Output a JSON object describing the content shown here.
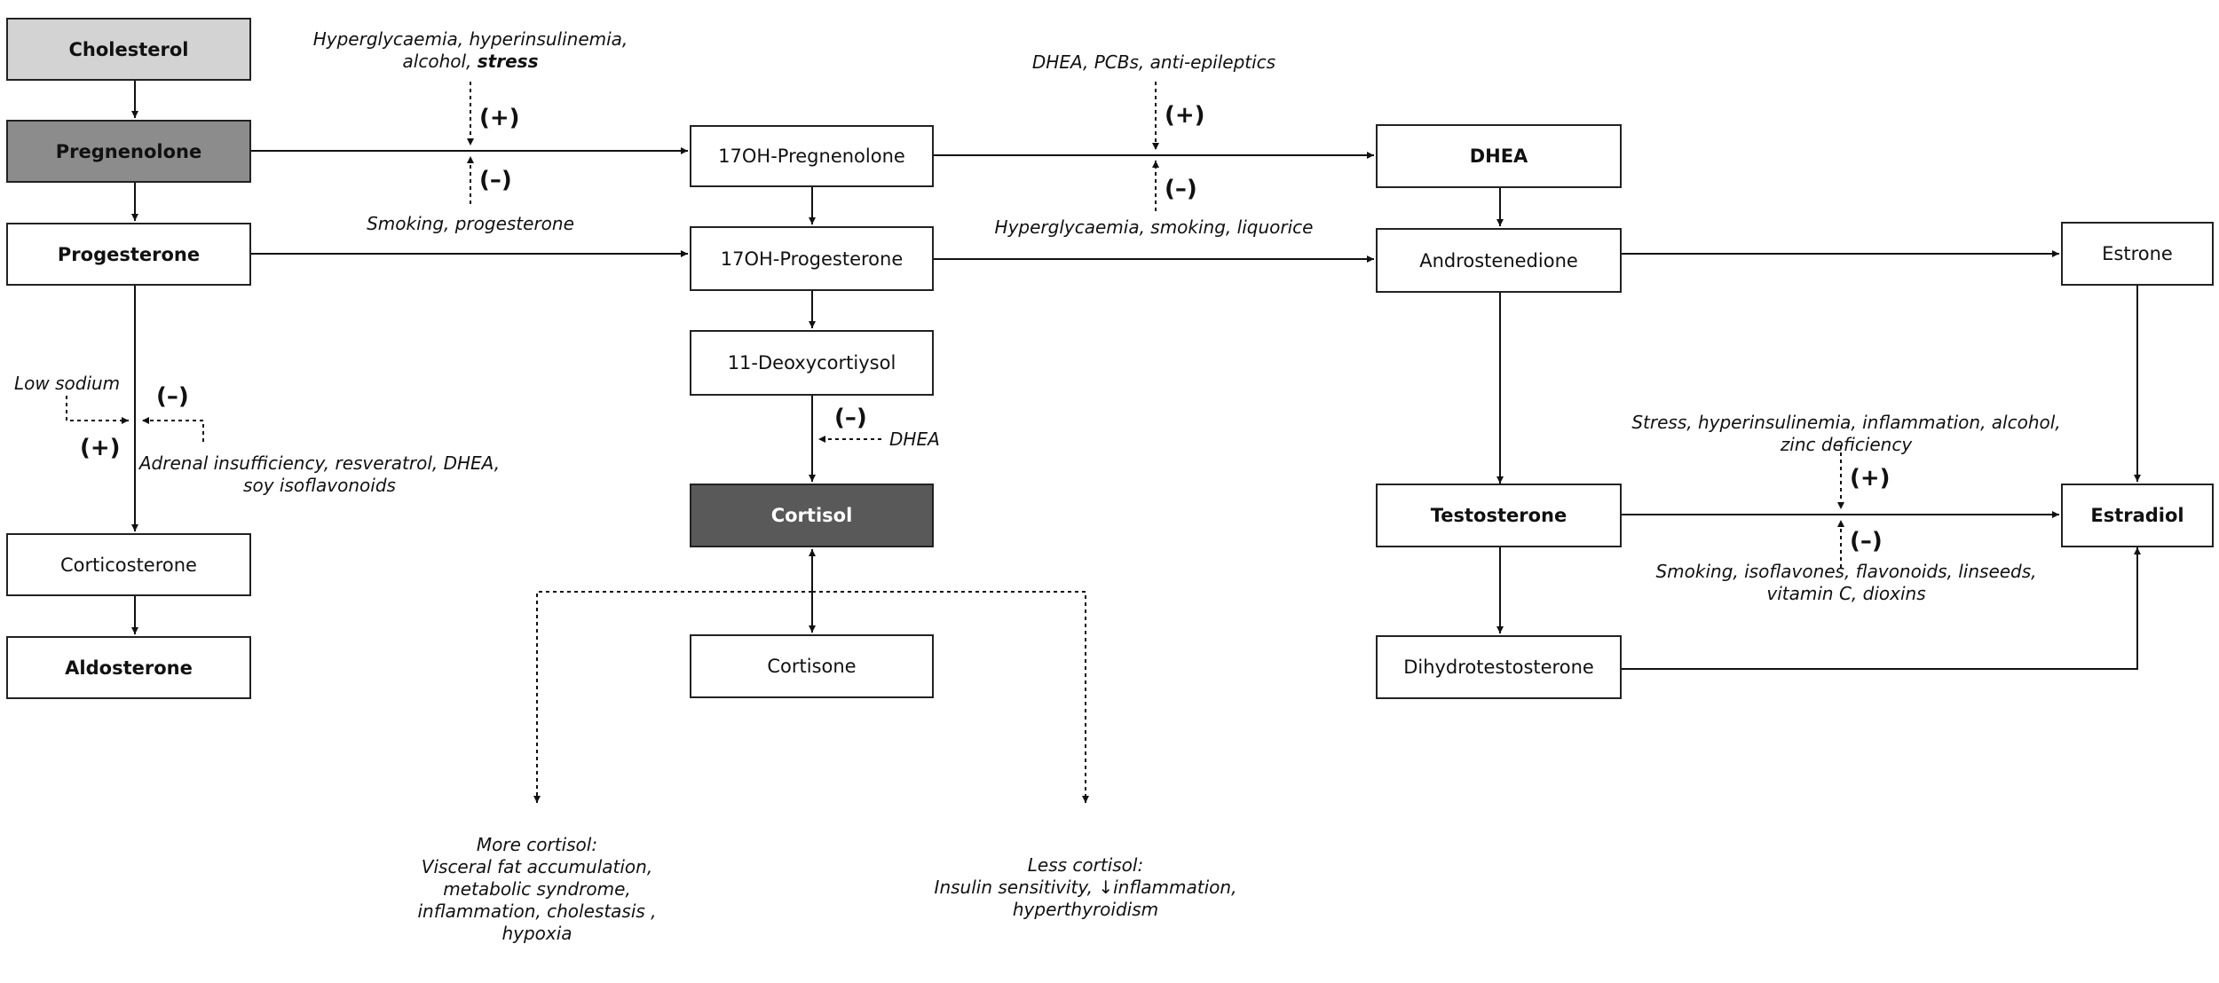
{
  "nodes": {
    "cholesterol": "Cholesterol",
    "pregnenolone": "Pregnenolone",
    "progesterone": "Progesterone",
    "corticosterone": "Corticosterone",
    "aldosterone": "Aldosterone",
    "oh17_pregnenolone": "17OH-Pregnenolone",
    "oh17_progesterone": "17OH-Progesterone",
    "deoxycortisol": "11-Deoxycortiysol",
    "cortisol": "Cortisol",
    "cortisone": "Cortisone",
    "dhea": "DHEA",
    "androstenedione": "Androstenedione",
    "testosterone": "Testosterone",
    "dihydrotestosterone": "Dihydrotestosterone",
    "estrone": "Estrone",
    "estradiol": "Estradiol"
  },
  "modifiers": {
    "preg_up_line1": "Hyperglycaemia, hyperinsulinemia,",
    "preg_up_line2": "alcohol,",
    "preg_up_stress": "stress",
    "preg_down": "Smoking, progesterone",
    "dhea_up": "DHEA, PCBs, anti-epileptics",
    "dhea_down": "Hyperglycaemia, smoking, liquorice",
    "cortico_up": "Low sodium",
    "cortico_down_line1": "Adrenal insufficiency, resveratrol, DHEA,",
    "cortico_down_line2": "soy isoflavonoids",
    "cortisol_down": "DHEA",
    "estradiol_up_line1": "Stress, hyperinsulinemia, inflammation, alcohol,",
    "estradiol_up_line2": "zinc deficiency",
    "estradiol_down_line1": "Smoking, isoflavones, flavonoids, linseeds,",
    "estradiol_down_line2": "vitamin C, dioxins"
  },
  "effects": {
    "more_line1": "More cortisol:",
    "more_line2": "Visceral fat accumulation,",
    "more_line3": "metabolic syndrome,",
    "more_line4": "inflammation, cholestasis ,",
    "more_line5": "hypoxia",
    "less_line1": "Less cortisol:",
    "less_line2": "Insulin sensitivity, ↓inflammation,",
    "less_line3": "hyperthyroidism"
  },
  "signs": {
    "plus": "(+)",
    "minus": "(–)"
  }
}
